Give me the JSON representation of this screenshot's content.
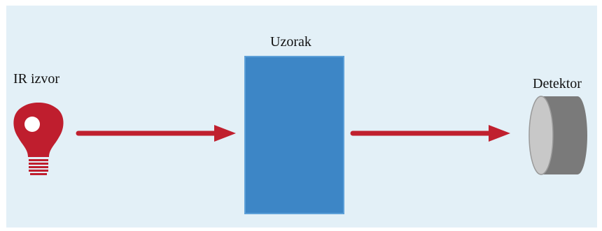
{
  "labels": {
    "source": "IR izvor",
    "sample": "Uzorak",
    "detector": "Detektor"
  },
  "colors": {
    "background": "#e3f0f7",
    "bulb": "#bf1e2e",
    "bulb_highlight": "#ffffff",
    "arrow": "#c0202e",
    "sample": "#3d86c6",
    "sample_edge": "#5da0d8",
    "detector_face": "#c8c8c8",
    "detector_side": "#7a7a7a"
  },
  "icons": {
    "source": "light-bulb-icon",
    "detector": "detector-cylinder-icon"
  }
}
